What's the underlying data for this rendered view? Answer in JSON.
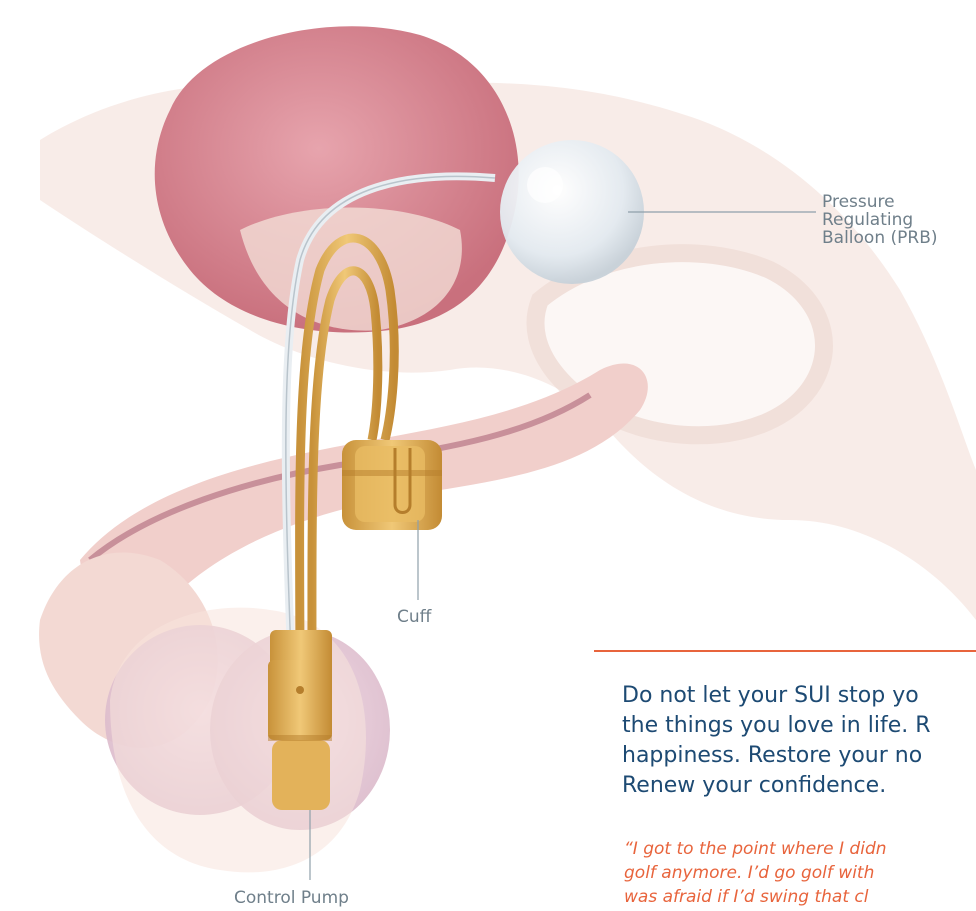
{
  "labels": {
    "prb": [
      "Pressure",
      "Regulating",
      "Balloon (PRB)"
    ],
    "cuff": "Cuff",
    "control_pump": "Control Pump"
  },
  "copy": {
    "tagline_lines": [
      "Do not let your SUI stop yo",
      "the things you love in life. R",
      "happiness. Restore your no",
      "Renew your confidence."
    ],
    "quote_lines": [
      "“I got to the point where I didn",
      " golf anymore. I’d go golf with",
      " was afraid if I’d swing that cl"
    ]
  },
  "colors": {
    "accent": "#e8643c",
    "headline": "#1d4a73",
    "label_text": "#6f7f8a",
    "leader_line": "#8fa0aa",
    "device_gold": "#d9a94f",
    "tissue_pink": "#f4d3cf",
    "bladder": "#d98a95"
  }
}
